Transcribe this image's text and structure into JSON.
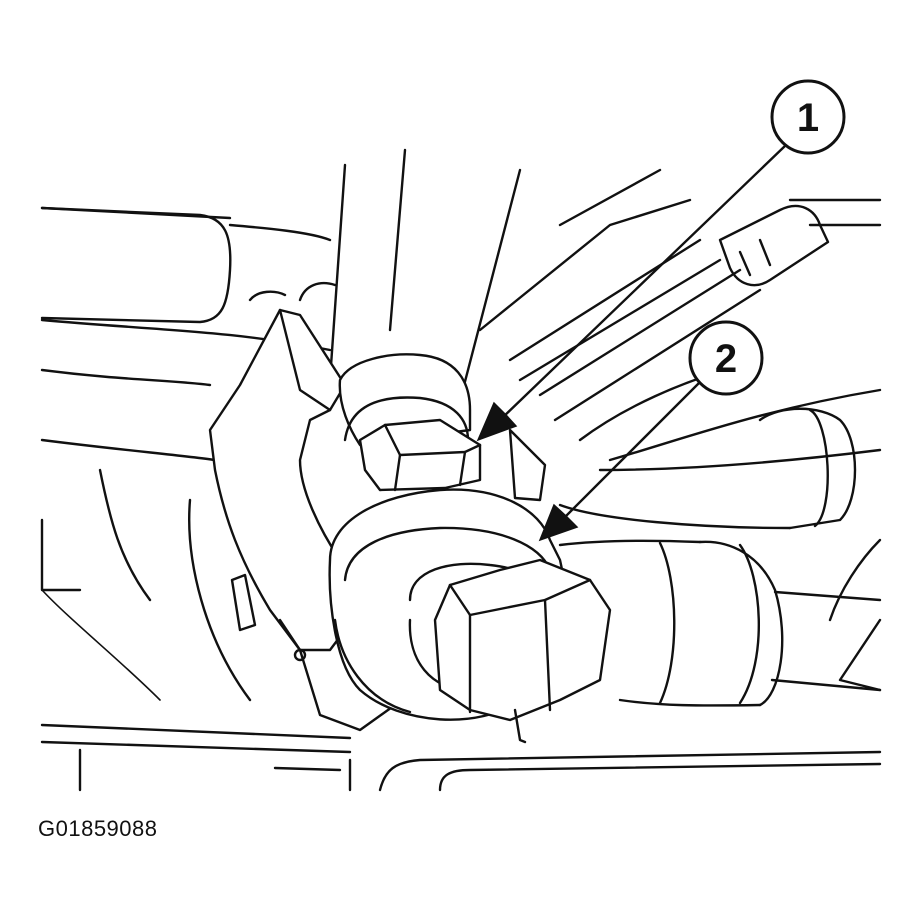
{
  "figure": {
    "id": "G01859088",
    "callouts": [
      {
        "number": "1"
      },
      {
        "number": "2"
      }
    ]
  }
}
